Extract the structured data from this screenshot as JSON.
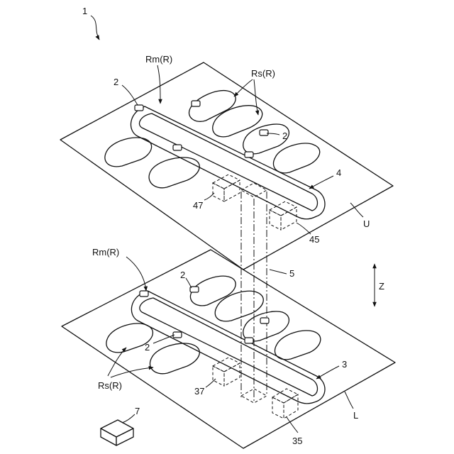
{
  "labels": {
    "figure_ref": "1",
    "upper_main_loop": "Rm(R)",
    "upper_sub_loops": "Rs(R)",
    "upper_node_a": "2",
    "upper_node_b": "2",
    "upper_sheet_ref": "4",
    "upper_box_47": "47",
    "upper_box_45": "45",
    "upper_layer": "U",
    "connector": "5",
    "axis": "Z",
    "lower_main_loop": "Rm(R)",
    "lower_node_a": "2",
    "lower_node_b": "2",
    "lower_sub_loops": "Rs(R)",
    "lower_sheet_ref": "3",
    "lower_box_37": "37",
    "lower_layer": "L",
    "lower_box_35": "35",
    "device": "7"
  }
}
